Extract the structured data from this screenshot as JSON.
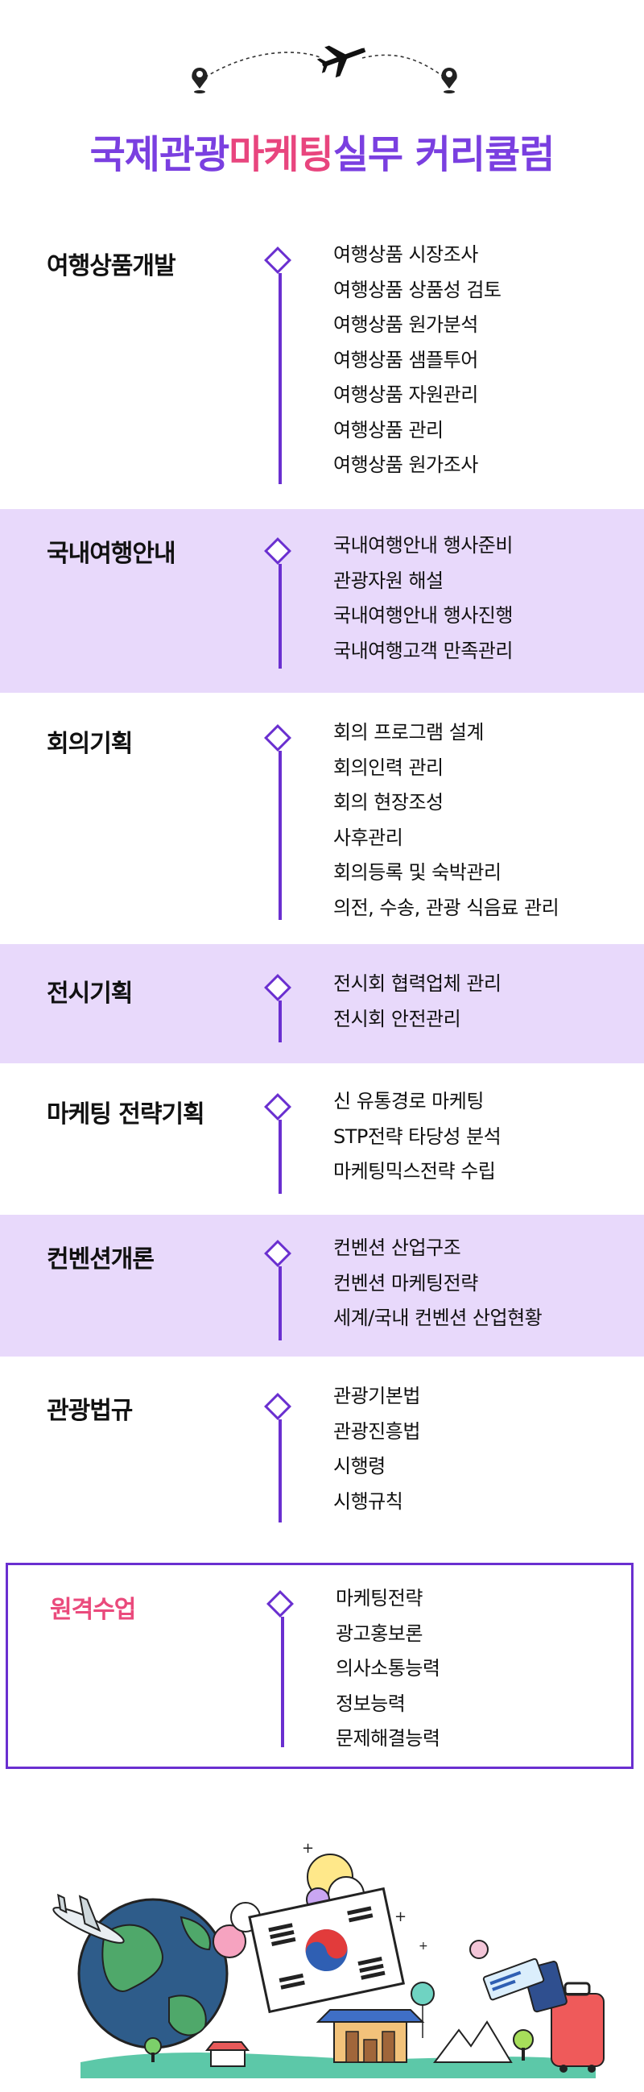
{
  "title": {
    "part1": "국제관광",
    "part2": "마케팅",
    "part3": "실무 커리큘럼"
  },
  "colors": {
    "accent": "#6a2fd0",
    "highlight": "#ea4a7c",
    "shade": "#e8d9fb"
  },
  "sections": [
    {
      "title": "여행상품개발",
      "items": [
        "여행상품 시장조사",
        "여행상품 상품성 검토",
        "여행상품 원가분석",
        "여행상품 샘플투어",
        "여행상품 자원관리",
        "여행상품 관리",
        "여행상품 원가조사"
      ]
    },
    {
      "title": "국내여행안내",
      "items": [
        "국내여행안내 행사준비",
        "관광자원 해설",
        "국내여행안내 행사진행",
        "국내여행고객 만족관리"
      ]
    },
    {
      "title": "회의기획",
      "items": [
        "회의 프로그램 설계",
        "회의인력 관리",
        "회의 현장조성",
        "사후관리",
        "회의등록 및 숙박관리",
        "의전, 수송, 관광 식음료 관리"
      ]
    },
    {
      "title": "전시기획",
      "items": [
        "전시회 협력업체 관리",
        "전시회 안전관리"
      ]
    },
    {
      "title": "마케팅 전략기획",
      "items": [
        "신 유통경로 마케팅",
        "STP전략 타당성 분석",
        "마케팅믹스전략 수립"
      ]
    },
    {
      "title": "컨벤션개론",
      "items": [
        "컨벤션 산업구조",
        "컨벤션 마케팅전략",
        "세계/국내 컨벤션 산업현황"
      ]
    },
    {
      "title": "관광법규",
      "items": [
        "관광기본법",
        "관광진흥법",
        "시행령",
        "시행규칙"
      ]
    },
    {
      "title": "원격수업",
      "items": [
        "마케팅전략",
        "광고홍보론",
        "의사소통능력",
        "정보능력",
        "문제해결능력"
      ]
    }
  ]
}
